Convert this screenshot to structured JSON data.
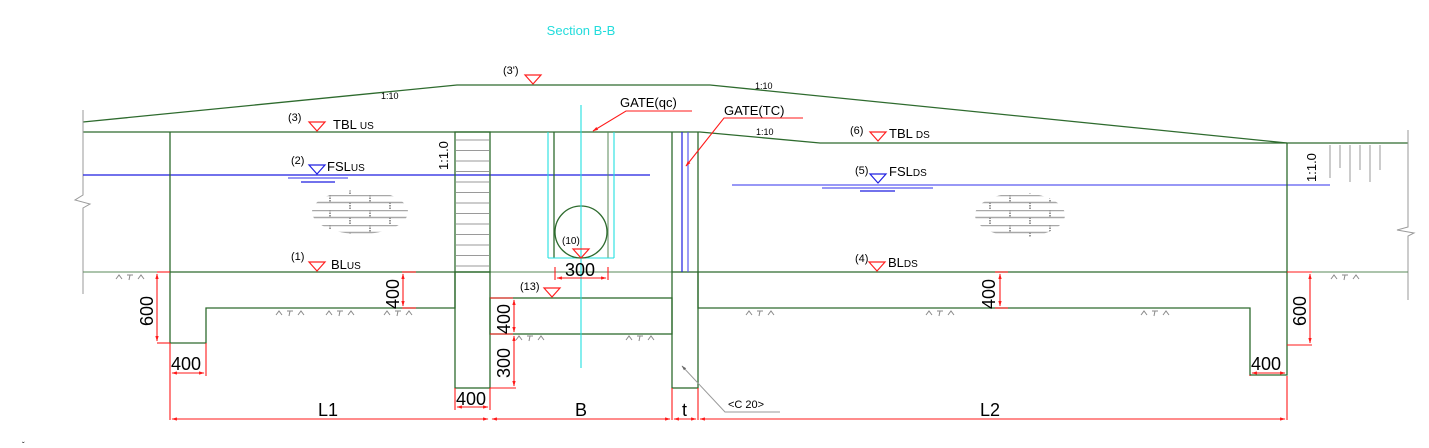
{
  "title": "Section B-B",
  "colors": {
    "structure": "#2e6b2e",
    "water": "#1f1fe0",
    "centerline": "#22e0e0",
    "dimension": "#ff1a1a",
    "masonry": "#9a9a9a",
    "title": "#22dcdc"
  },
  "levels": {
    "tbl_us": {
      "num": "(3)",
      "label": "TBL",
      "sub": "US"
    },
    "fsl_us": {
      "num": "(2)",
      "label": "FSL",
      "sub": "US"
    },
    "bl_us": {
      "num": "(1)",
      "label": "BL",
      "sub": "US"
    },
    "top": {
      "num": "(3')"
    },
    "tbl_ds": {
      "num": "(6)",
      "label": "TBL",
      "sub": "DS"
    },
    "fsl_ds": {
      "num": "(5)",
      "label": "FSL",
      "sub": "DS"
    },
    "bl_ds": {
      "num": "(4)",
      "label": "BL",
      "sub": "DS"
    },
    "pipe": {
      "num": "(10)"
    },
    "sill": {
      "num": "(13)"
    }
  },
  "slopes": {
    "left_bank": "1:10",
    "right_bank": "1:10",
    "right_inner": "1:10",
    "wall_left": "1:1.0",
    "wall_right": "1:1.0"
  },
  "gates": {
    "qc": "GATE(qc)",
    "tc": "GATE(TC)"
  },
  "concrete": "<C 20>",
  "dimensions": {
    "left_600": "600",
    "left_400": "400",
    "floor_400_us": "400",
    "pier_400": "400",
    "sill_400": "400",
    "sill_300": "300",
    "pipe_300": "300",
    "floor_400_ds": "400",
    "right_600": "600",
    "right_400": "400",
    "L1": "L1",
    "B": "B",
    "t": "t",
    "L2": "L2"
  }
}
